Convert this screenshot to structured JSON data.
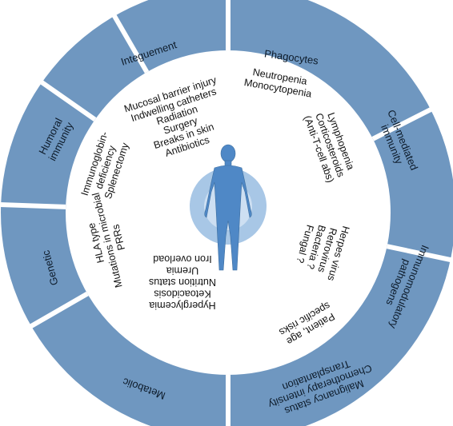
{
  "colors": {
    "ring": "#6f97c0",
    "divider": "#ffffff",
    "inner": "#ffffff",
    "halo": "#a8c7e6",
    "figure": "#4f88c6"
  },
  "center_icon": "human-figure-icon",
  "segments": [
    {
      "label": "Phagocytes",
      "lines": [
        "Neutropenia",
        "Monocytopenia"
      ]
    },
    {
      "label": "Cell-mediated immunity",
      "lines": [
        "Lymphopenia",
        "Corticosteroids",
        "(Anti-T-cell abs)"
      ]
    },
    {
      "label": "Immunomodulatory pathogens",
      "lines": [
        "Herpes virus",
        "Retrovirus",
        "Bacteria ?",
        "Fungal ?"
      ]
    },
    {
      "label": "Malignancy status Chemotherapy intensity Transplantation",
      "lines": [
        "Patient, age",
        "specific risks"
      ]
    },
    {
      "label": "Metabolic",
      "lines": [
        "Hyperglycemia",
        "Ketoacidosis",
        "Nutrition status",
        "Uremia",
        "Iron overload"
      ]
    },
    {
      "label": "Genetic",
      "lines": [
        "HLA type",
        "Mutations in microbial",
        "PRRs"
      ]
    },
    {
      "label": "Humoral immunity",
      "lines": [
        "Immunoglobin-",
        "deficiency",
        "Splenectomy"
      ]
    },
    {
      "label": "Integuement",
      "lines": [
        "Mucosal barrier injury",
        "Indwelling catheters",
        "Radiation",
        "Surgery",
        "Breaks in skin",
        "Antibiotics"
      ]
    }
  ]
}
